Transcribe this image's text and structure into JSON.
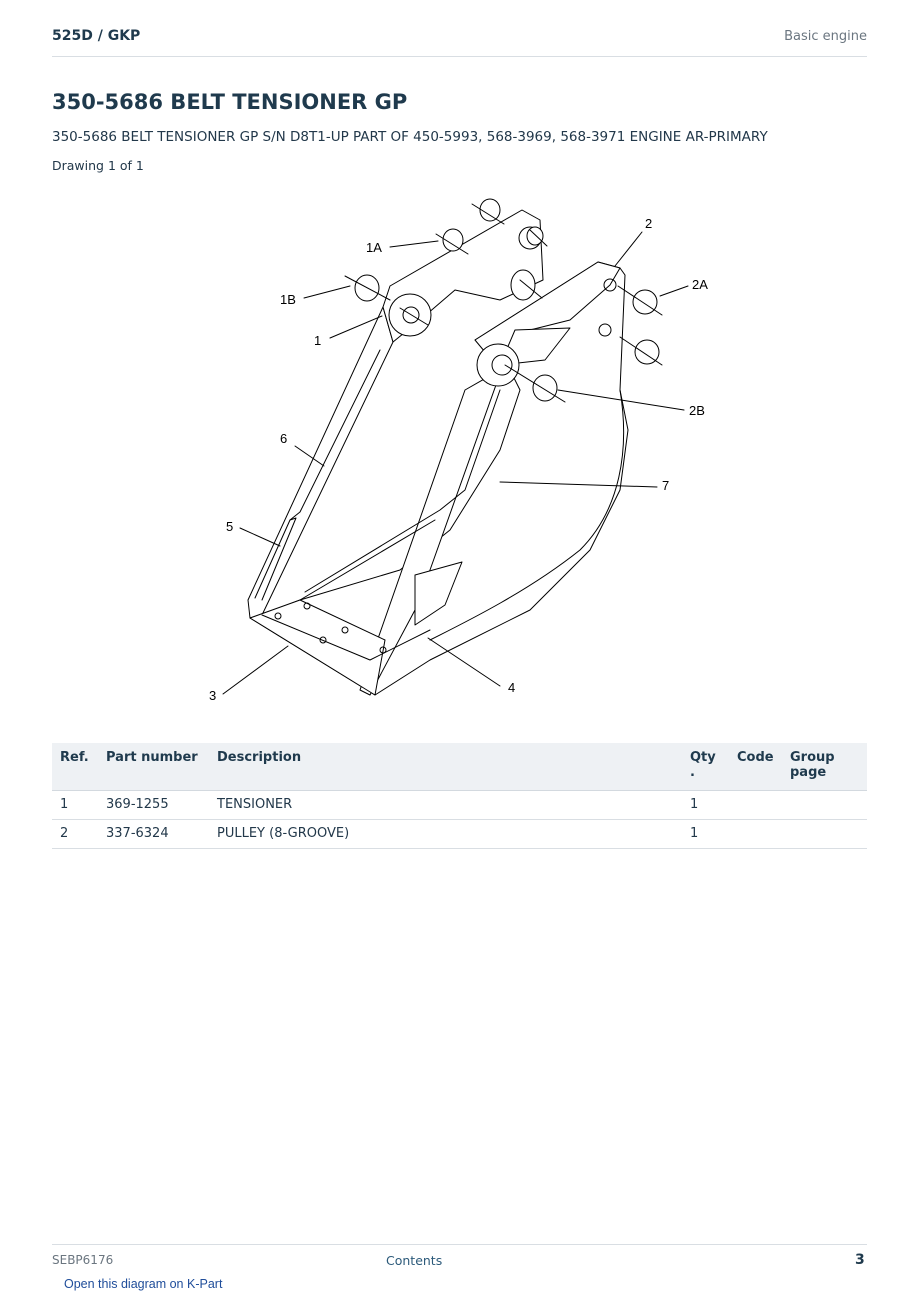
{
  "header": {
    "breadcrumb": "525D  /  GKP",
    "section": "Basic engine"
  },
  "page": {
    "title": "350-5686 BELT TENSIONER GP",
    "subtitle": "350-5686 BELT TENSIONER GP S/N D8T1-UP PART OF 450-5993, 568-3969, 568-3971 ENGINE AR-PRIMARY",
    "drawing_count": "Drawing 1 of 1"
  },
  "diagram": {
    "callouts": [
      "1A",
      "1B",
      "1",
      "2",
      "2A",
      "2B",
      "6",
      "7",
      "5",
      "3",
      "4"
    ]
  },
  "table": {
    "headers": {
      "ref": "Ref.",
      "part_number": "Part number",
      "description": "Description",
      "qty": "Qty .",
      "code": "Code",
      "group_page": "Group page"
    },
    "rows": [
      {
        "ref": "1",
        "part_number": "369-1255",
        "description": "TENSIONER",
        "qty": "1",
        "code": "",
        "group_page": ""
      },
      {
        "ref": "2",
        "part_number": "337-6324",
        "description": "PULLEY (8-GROOVE)",
        "qty": "1",
        "code": "",
        "group_page": ""
      }
    ]
  },
  "footer": {
    "doc_id": "SEBP6176",
    "contents_link": "Contents",
    "page_number": "3",
    "kpart_link": "Open this diagram on K-Part"
  }
}
